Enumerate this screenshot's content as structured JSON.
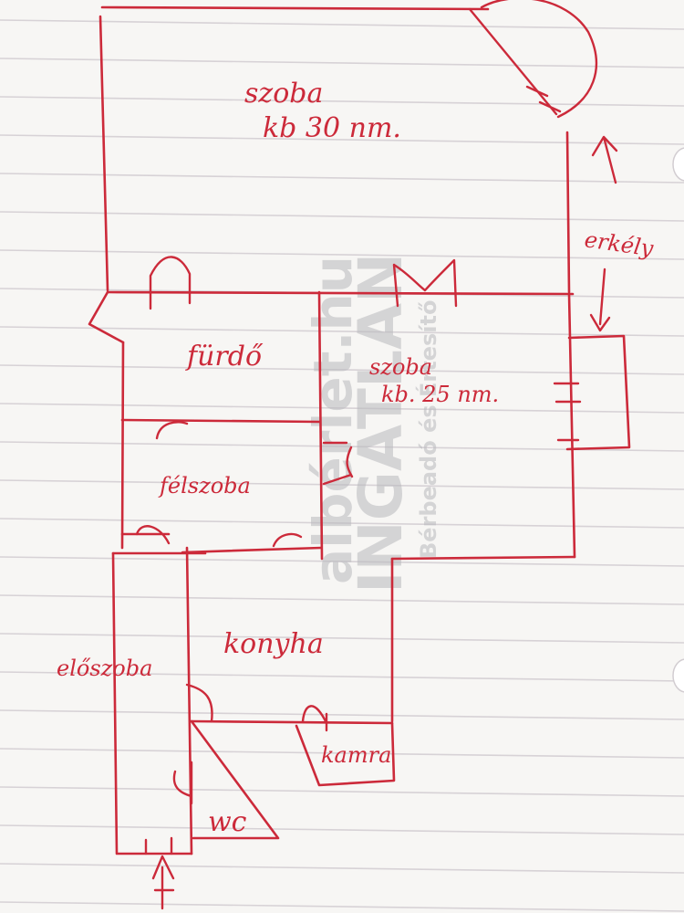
{
  "colors": {
    "ink": "#cc2a3a",
    "paper": "#f7f6f4",
    "rule": "#d7d2d6",
    "watermark": "#b9b9bd"
  },
  "rooms": {
    "big_room": {
      "name": "szoba",
      "area": "kb 30 nm."
    },
    "second_room": {
      "name": "szoba",
      "area": "kb. 25 nm."
    },
    "bathroom": "fürdő",
    "half_room": "félszoba",
    "kitchen": "konyha",
    "hall": "előszoba",
    "pantry": "kamra",
    "toilet": "wc",
    "balcony": "erkély"
  },
  "watermark": {
    "site": "albérlet.hu",
    "brand": "INGATLAN",
    "tagline": "Bérbeadó és Értesítő"
  },
  "icons": {
    "entrance": "entrance-arrow-icon",
    "balcony": "balcony-arrow-icon"
  }
}
